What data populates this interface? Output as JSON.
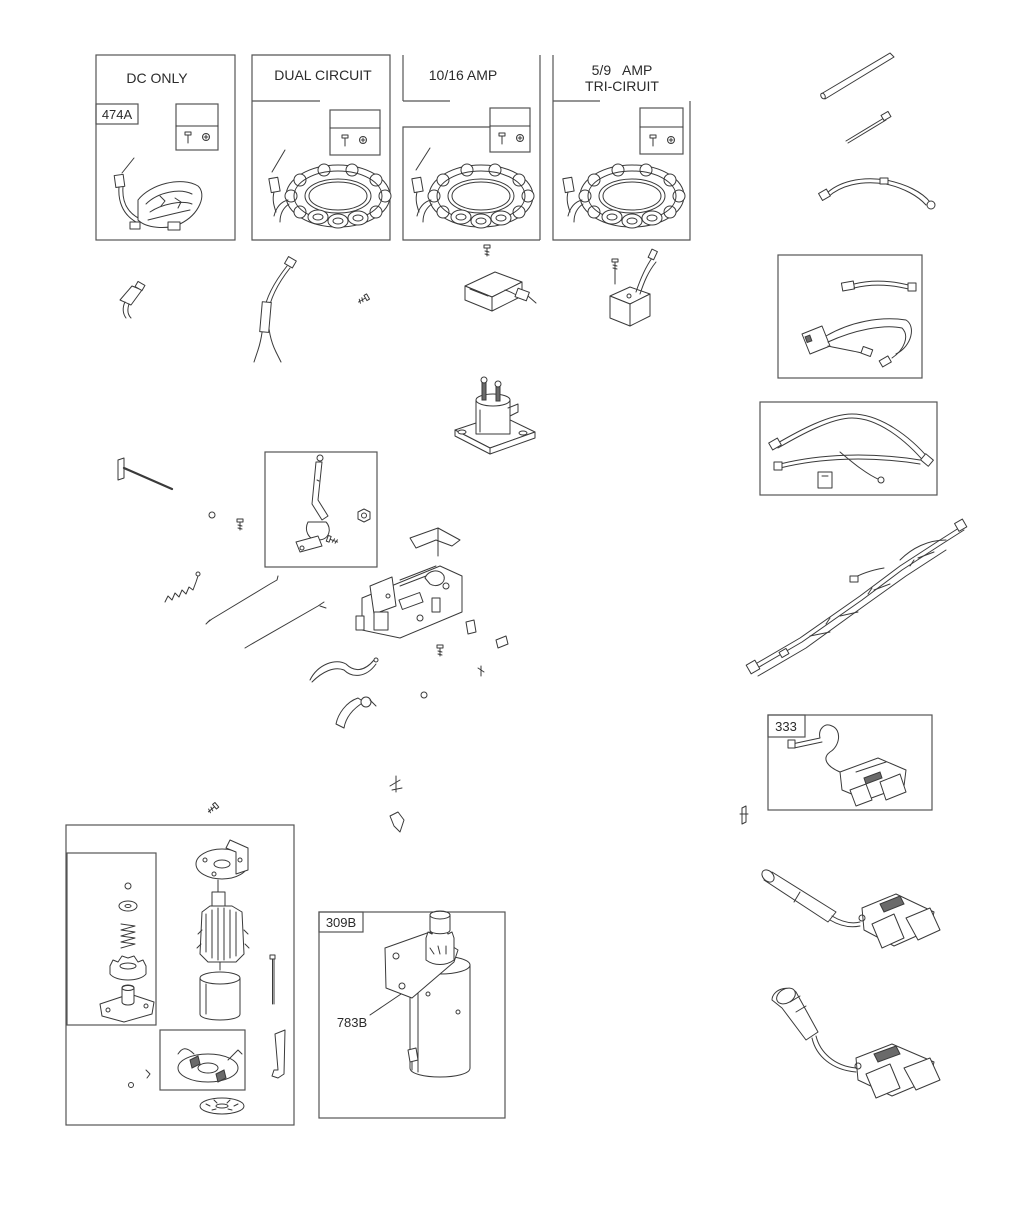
{
  "panels": {
    "dc_only": {
      "title": "DC ONLY",
      "ref": "474A"
    },
    "dual_circuit": {
      "title": "DUAL CIRCUIT"
    },
    "amp_10_16": {
      "title": "10/16 AMP"
    },
    "tri_circuit": {
      "title_line1": "5/9   AMP",
      "title_line2": "TRI-CIRUIT"
    }
  },
  "callouts": {
    "ignition_module_ref": "333",
    "starter_ref": "309B",
    "starter_part": "783B"
  },
  "colors": {
    "ink": "#3a3a3a",
    "background": "#ffffff"
  }
}
